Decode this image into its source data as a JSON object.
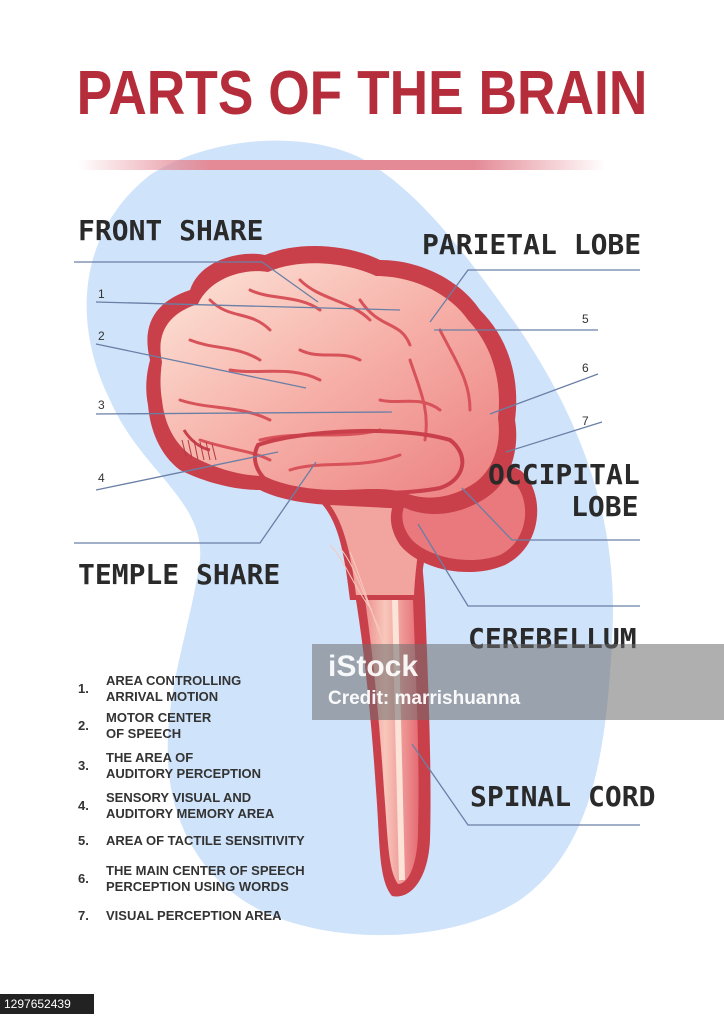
{
  "title": "PARTS OF THE BRAIN",
  "labels": {
    "front_share": "FRONT SHARE",
    "parietal_lobe": "PARIETAL LOBE",
    "occipital_lobe_line1": "OCCIPITAL",
    "occipital_lobe_line2": "LOBE",
    "temple_share": "TEMPLE SHARE",
    "cerebellum": "CEREBELLUM",
    "spinal_cord": "SPINAL CORD"
  },
  "numbers": [
    "1",
    "2",
    "3",
    "4",
    "5",
    "6",
    "7"
  ],
  "legend": [
    {
      "n": "1.",
      "text": "AREA CONTROLLING\nARRIVAL MOTION"
    },
    {
      "n": "2.",
      "text": "MOTOR CENTER\nOF SPEECH"
    },
    {
      "n": "3.",
      "text": "THE AREA OF\nAUDITORY PERCEPTION"
    },
    {
      "n": "4.",
      "text": "SENSORY VISUAL AND\nAUDITORY MEMORY AREA"
    },
    {
      "n": "5.",
      "text": "AREA OF TACTILE SENSITIVITY"
    },
    {
      "n": "6.",
      "text": "THE MAIN CENTER OF SPEECH\nPERCEPTION USING WORDS"
    },
    {
      "n": "7.",
      "text": "VISUAL PERCEPTION AREA"
    }
  ],
  "credit": {
    "logo": "iStock",
    "text": "Credit: marrishuanna"
  },
  "image_id": "1297652439",
  "colors": {
    "title": "#b52d3b",
    "blob": "#cfe3fb",
    "brain_outer": "#c9404b",
    "brain_fill": "#f29a98",
    "brain_light": "#fbd3c6",
    "leader": "#6a7fa6"
  }
}
